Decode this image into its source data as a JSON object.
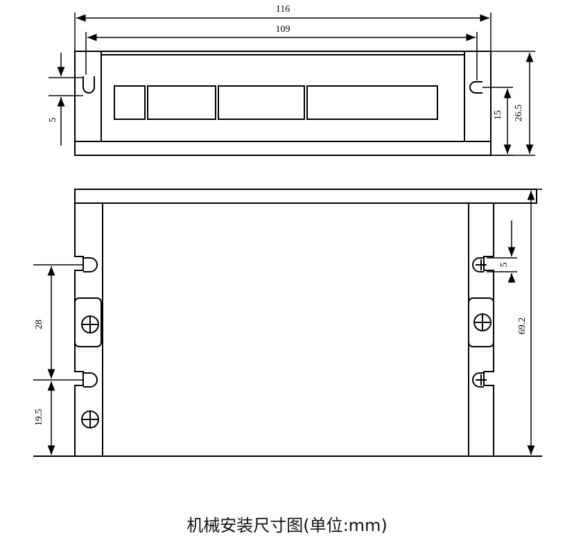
{
  "caption": "机械安装尺寸图(单位:mm)",
  "dimensions": {
    "overall_width": "116",
    "hole_spacing_width": "109",
    "slot_width_top": "5",
    "slot_height_from_base": "15",
    "overall_height": "26.5",
    "slot_spacing": "28",
    "slot_to_bottom": "19.5",
    "slot_width_side": "5",
    "overall_length": "69.2"
  }
}
